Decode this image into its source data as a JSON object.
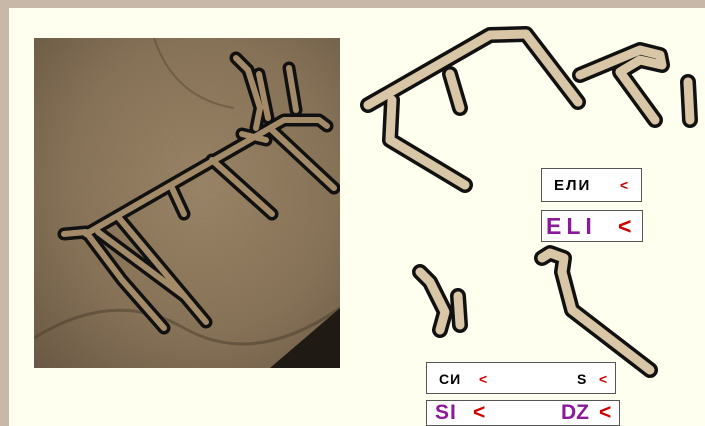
{
  "colors": {
    "frame": "#c8b8a8",
    "background": "#fffff0",
    "glyph_fill": "#d8c6a6",
    "glyph_stroke": "#111111",
    "rock": "#8a7456",
    "caret": "#cc0000",
    "latin": "#8b1a9a"
  },
  "labels": {
    "eli_cyrillic": "ЕЛИ",
    "eli_cyrillic_mark": "<",
    "eli_latin": "ELI",
    "eli_latin_mark": "<",
    "si_cyrillic": "СИ",
    "si_cyrillic_mark": "<",
    "s_latin_small": "S",
    "s_latin_small_mark": "<",
    "si_latin": "SI",
    "si_latin_mark": "<",
    "dz_latin": "DZ",
    "dz_latin_mark": "<"
  }
}
